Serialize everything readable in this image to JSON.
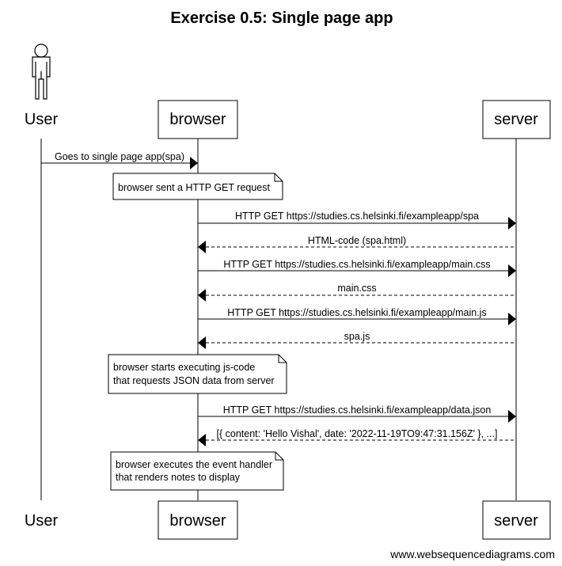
{
  "title": "Exercise 0.5: Single page app",
  "participants": [
    {
      "id": "user",
      "label": "User",
      "kind": "actor"
    },
    {
      "id": "browser",
      "label": "browser",
      "kind": "box"
    },
    {
      "id": "server",
      "label": "server",
      "kind": "box"
    }
  ],
  "messages": [
    {
      "from": "user",
      "to": "browser",
      "label": "Goes to single page app(spa)",
      "style": "solid"
    },
    {
      "from": "browser",
      "to": "server",
      "label": "HTTP GET https://studies.cs.helsinki.fi/exampleapp/spa",
      "style": "solid"
    },
    {
      "from": "server",
      "to": "browser",
      "label": "HTML-code (spa.html)",
      "style": "dashed"
    },
    {
      "from": "browser",
      "to": "server",
      "label": "HTTP GET https://studies.cs.helsinki.fi/exampleapp/main.css",
      "style": "solid"
    },
    {
      "from": "server",
      "to": "browser",
      "label": "main.css",
      "style": "dashed"
    },
    {
      "from": "browser",
      "to": "server",
      "label": "HTTP GET https://studies.cs.helsinki.fi/exampleapp/main.js",
      "style": "solid"
    },
    {
      "from": "server",
      "to": "browser",
      "label": "spa.js",
      "style": "dashed"
    },
    {
      "from": "browser",
      "to": "server",
      "label": "HTTP GET https://studies.cs.helsinki.fi/exampleapp/data.json",
      "style": "solid"
    },
    {
      "from": "server",
      "to": "browser",
      "label": "[{ content: 'Hello Vishal', date: '2022-11-19TO9:47:31.156Z' }, ...]",
      "style": "dashed"
    }
  ],
  "notes": [
    {
      "over": "browser",
      "lines": [
        "browser sent a HTTP GET request"
      ]
    },
    {
      "over": "browser",
      "lines": [
        "browser starts executing js-code",
        "that requests JSON data from server"
      ]
    },
    {
      "over": "browser",
      "lines": [
        "browser executes the event handler",
        "that renders notes to display"
      ]
    }
  ],
  "credit": "www.websequencediagrams.com"
}
